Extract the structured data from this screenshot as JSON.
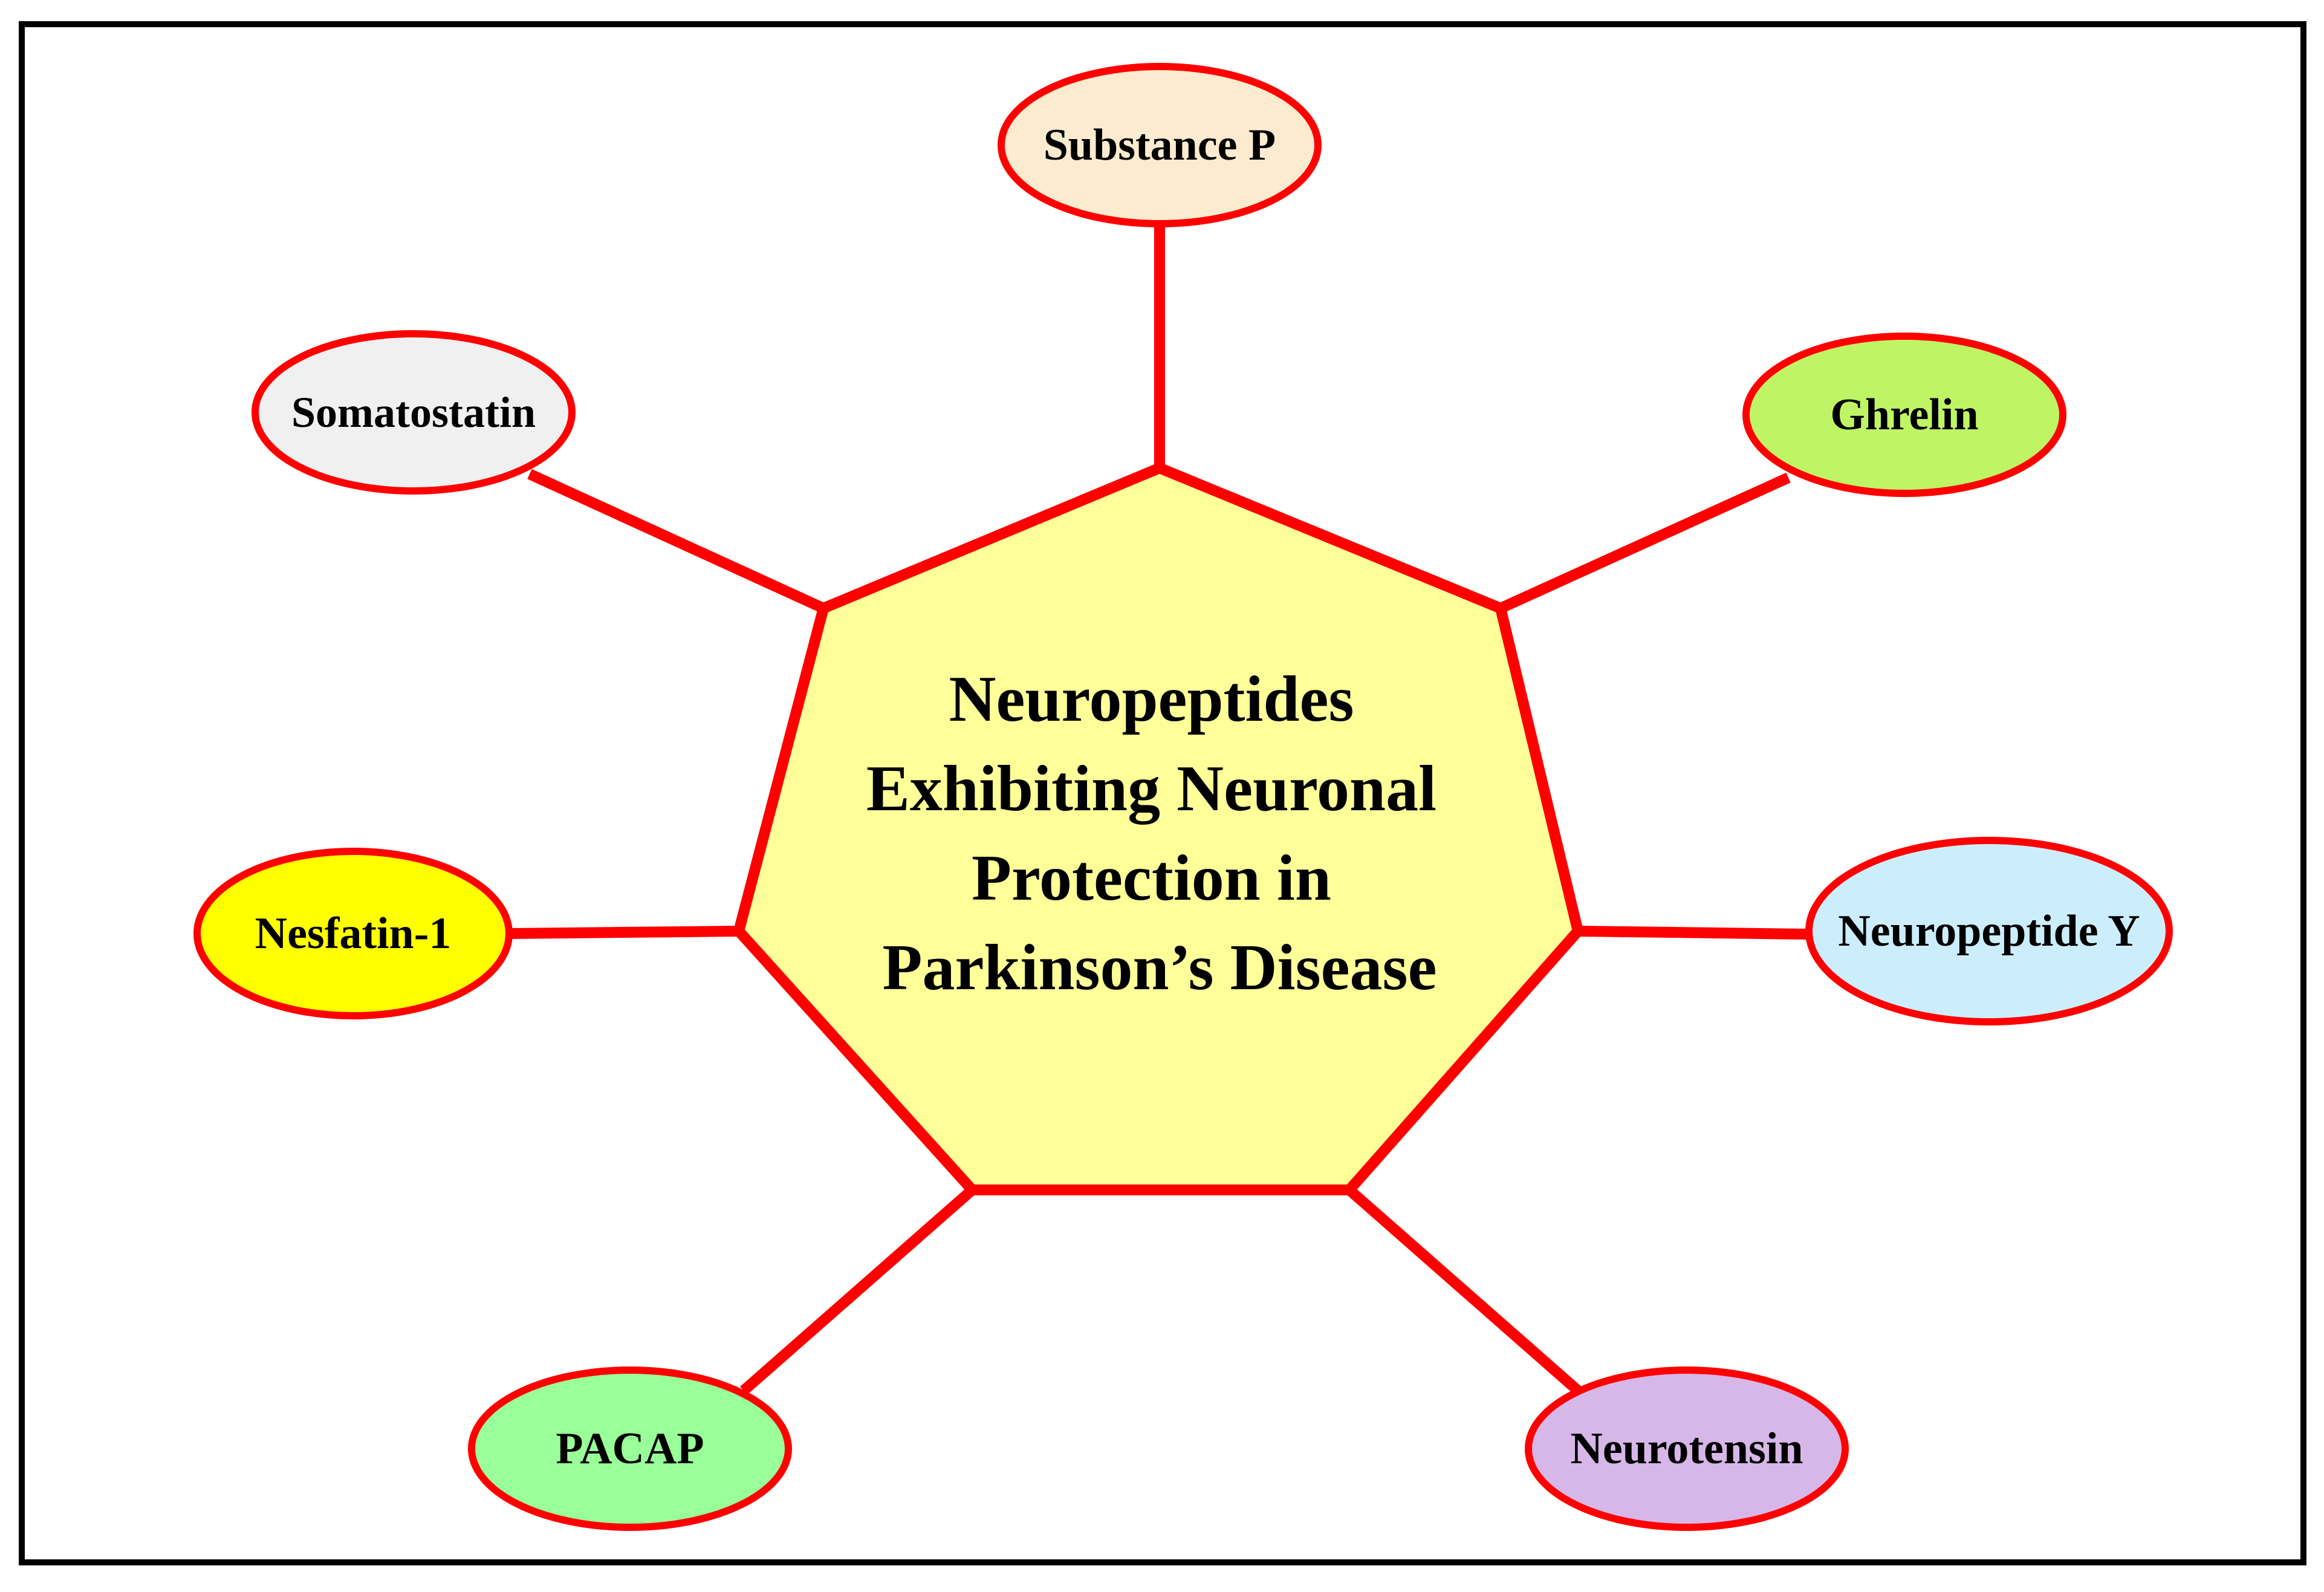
{
  "center": {
    "lines": [
      "Neuropeptides",
      "Exhibiting Neuronal",
      "Protection in",
      "Parkinson’s Disease"
    ],
    "fill": "#ffff99"
  },
  "colors": {
    "stroke": "#ff0000",
    "frame": "#000000",
    "text": "#000000"
  },
  "nodes": [
    {
      "id": "substance-p",
      "label": "Substance P",
      "fill": "#fdebd0"
    },
    {
      "id": "ghrelin",
      "label": "Ghrelin",
      "fill": "#bff564"
    },
    {
      "id": "neuropeptide-y",
      "label": "Neuropeptide Y",
      "fill": "#cceefc"
    },
    {
      "id": "neurotensin",
      "label": "Neurotensin",
      "fill": "#d6b7e8"
    },
    {
      "id": "pacap",
      "label": "PACAP",
      "fill": "#99ff99"
    },
    {
      "id": "nesfatin-1",
      "label": "Nesfatin-1",
      "fill": "#ffff00"
    },
    {
      "id": "somatostatin",
      "label": "Somatostatin",
      "fill": "#f0f0f0"
    }
  ]
}
